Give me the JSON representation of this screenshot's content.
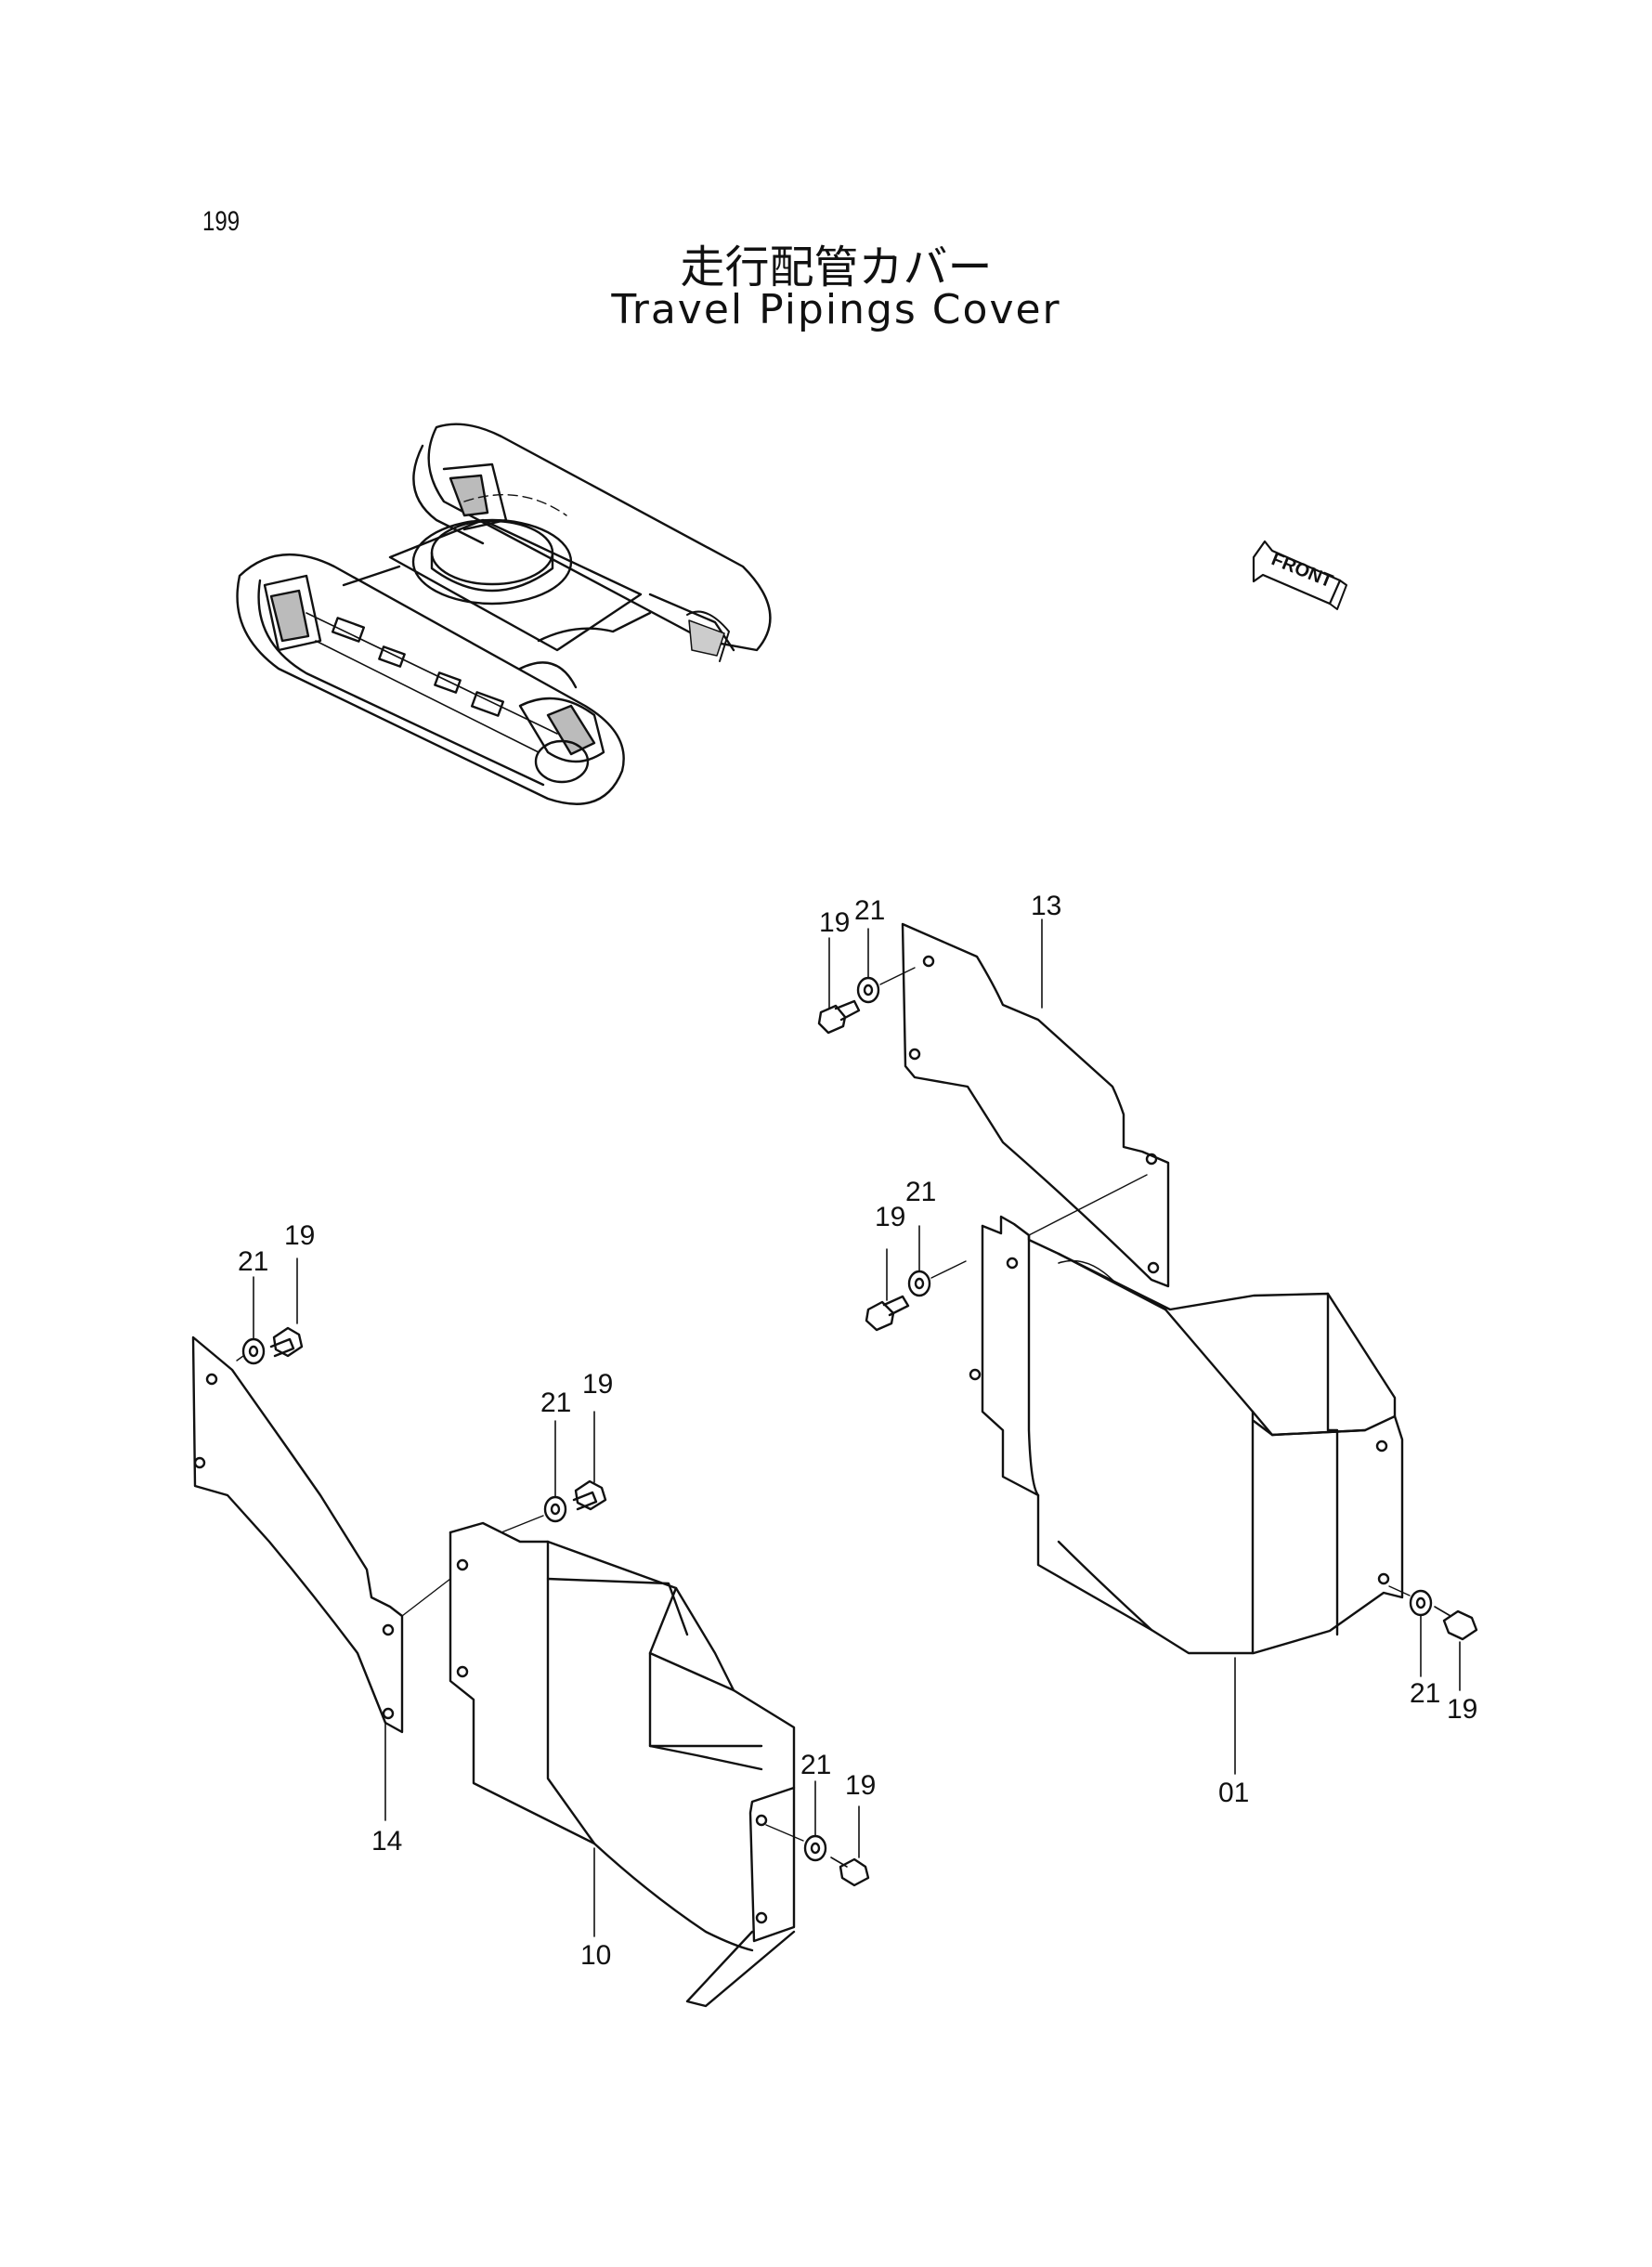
{
  "page_number": "199",
  "title_japanese": "走行配管カバー",
  "title_english": "Travel Pipings Cover",
  "front_arrow_label": "FRONT",
  "callouts": {
    "c13": "13",
    "c19a": "19",
    "c21a": "21",
    "c19b": "19",
    "c21b": "21",
    "c19c": "19",
    "c21c": "21",
    "c19d": "19",
    "c21d": "21",
    "c19e": "19",
    "c21e": "21",
    "c19f": "19",
    "c21f": "21",
    "c14": "14",
    "c10": "10",
    "c01": "01"
  }
}
